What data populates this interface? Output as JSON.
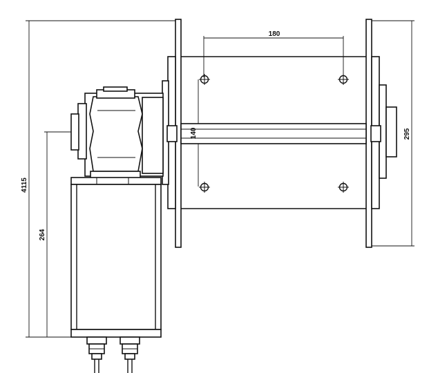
{
  "dimensions": {
    "total_height": "4115",
    "motor_height": "264",
    "hole_spacing_horizontal": "180",
    "hole_spacing_vertical": "140",
    "flange_diameter": "295"
  },
  "colors": {
    "line": "#111111",
    "background": "#ffffff"
  }
}
